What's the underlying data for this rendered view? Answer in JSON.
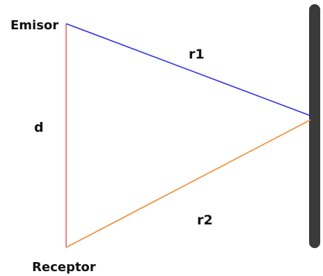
{
  "labels": {
    "emitter": "Emisor",
    "receiver": "Receptor",
    "distance": "d",
    "path_one": "r1",
    "path_two": "r2"
  },
  "colors": {
    "distance_line": "#e53030",
    "path_one_line": "#2a2aee",
    "path_two_line": "#f08a30",
    "wall": "#3a3a3a",
    "text": "#111111"
  }
}
